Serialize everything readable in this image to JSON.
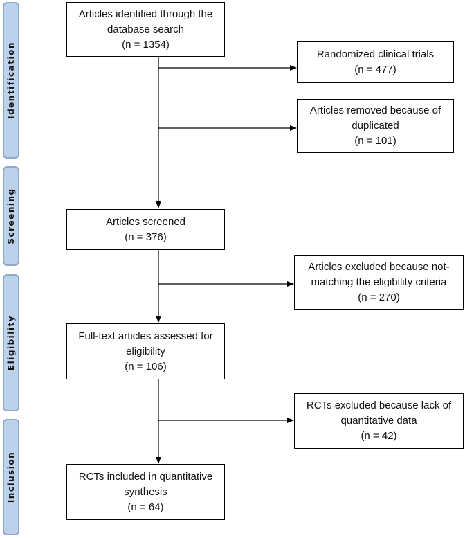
{
  "phases": {
    "identification": "Identification",
    "screening": "Screening",
    "eligibility": "Eligibility",
    "inclusion": "Inclusion"
  },
  "boxes": {
    "identified": {
      "line1": "Articles identified through the",
      "line2": "database search",
      "line3": "(n = 1354)"
    },
    "rct": {
      "line1": "Randomized clinical trials",
      "line2": "(n = 477)"
    },
    "duplicates": {
      "line1": "Articles removed because of",
      "line2": "duplicated",
      "line3": "(n = 101)"
    },
    "screened": {
      "line1": "Articles screened",
      "line2": "(n = 376)"
    },
    "excluded_criteria": {
      "line1": "Articles excluded because not-",
      "line2": "matching the eligibility criteria",
      "line3": "(n = 270)"
    },
    "fulltext": {
      "line1": "Full-text articles assessed for",
      "line2": "eligibility",
      "line3": "(n =  106)"
    },
    "excluded_data": {
      "line1": "RCTs excluded because lack of",
      "line2": "quantitative data",
      "line3": "(n = 42)"
    },
    "included": {
      "line1": "RCTs included in quantitative",
      "line2": "synthesis",
      "line3": "(n =  64)"
    }
  },
  "colors": {
    "phase_fill": "#bcd1ea",
    "phase_border": "#8fa8cb",
    "box_border": "#000000",
    "arrow": "#000000"
  }
}
